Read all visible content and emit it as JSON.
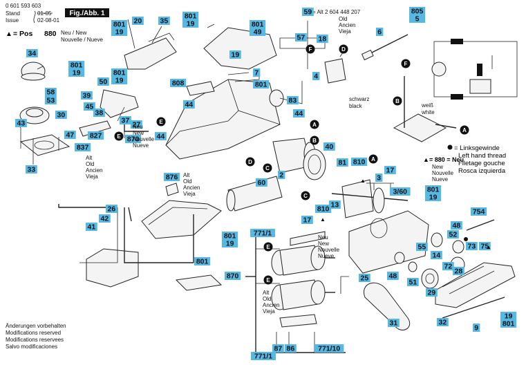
{
  "header": {
    "doc_number": "0 601 593 603",
    "stand_label": "Stand",
    "stand_value": "01-05",
    "issue_label": "Issue",
    "issue_value": "02-08-01",
    "fig_label": "Fig./Abb. 1"
  },
  "pos_legend": {
    "text": "= Pos",
    "number": "880",
    "desc": "Neu / New",
    "desc2": "Nouvelle / Nueve"
  },
  "top_note": {
    "pos": "59",
    "equals": "= Alt 2 604 448 207",
    "lines": [
      "Old",
      "Ancien",
      "Vieja"
    ]
  },
  "colors": {
    "label_bg": "#57b8e3",
    "ink": "#111111"
  },
  "labels": {
    "l801_19_a": "801\n19",
    "l20": "20",
    "l35": "35",
    "l801_19_b": "801\n19",
    "l801_49": "801\n49",
    "l34": "34",
    "l801_19_c": "801\n19",
    "l50": "50",
    "l801_19_d": "801\n19",
    "l39": "39",
    "l58": "58",
    "l53": "53",
    "l45": "45",
    "l38": "38",
    "l30": "30",
    "l43": "43",
    "l47": "47",
    "l827": "827",
    "l837": "837",
    "l33": "33",
    "l37": "37",
    "l27": "27",
    "l870_a": "870",
    "l44_a": "44",
    "l808": "808",
    "l801_a": "801",
    "l19_a": "19",
    "l7": "7",
    "l57": "57",
    "l18": "18",
    "l4": "4",
    "l6": "6",
    "l805_5": "805\n5",
    "l59": "59",
    "l83": "83",
    "l44_b": "44",
    "l44_c": "44",
    "l40": "40",
    "l2": "2",
    "l810_a": "810",
    "l81": "81",
    "l17_a": "17",
    "l3": "3",
    "l3_60": "3/60",
    "l801_19_e": "801\n19",
    "l876": "876",
    "l60": "60",
    "l810_b": "810",
    "l13": "13",
    "l17_b": "17",
    "l754": "754",
    "l26": "26",
    "l42": "42",
    "l41": "41",
    "l801_19_f": "801\n19",
    "l801_b": "801",
    "l771_1_a": "771/1",
    "l48_a": "48",
    "l52": "52",
    "l73": "73",
    "l75": "75",
    "l14": "14",
    "l55": "55",
    "l48_b": "48",
    "l72": "72",
    "l28": "28",
    "l870_b": "870",
    "l25": "25",
    "l51": "51",
    "l29": "29",
    "l32": "32",
    "l9": "9",
    "l19_801": "19\n801",
    "l31": "31",
    "l87": "87",
    "l86": "86",
    "l771_10": "771/10",
    "l771_1_b": "771/1"
  },
  "circle_markers": {
    "A": "A",
    "B": "B",
    "C": "C",
    "D": "D",
    "E": "E",
    "F": "F"
  },
  "notes": {
    "neu_new": [
      "Neu",
      "New",
      "Nouvelle",
      "Nueve"
    ],
    "alt_old": [
      "Alt",
      "Old",
      "Ancien",
      "Vieja"
    ],
    "neu_new_2": [
      "Neu",
      "New",
      "Nouvelle",
      "Nueve"
    ],
    "alt_old_2": [
      "Alt",
      "Old",
      "Ancien",
      "Vieja"
    ],
    "neu_new_3": [
      "Neu",
      "New",
      "Nouvelle",
      "Nueve"
    ],
    "alt_old_3": [
      "Alt",
      "Old",
      "Ancien",
      "Vieja"
    ],
    "schwarz": [
      "schwarz",
      "black"
    ],
    "weiss": [
      "weiß",
      "white"
    ],
    "pos880_neu": [
      "= 880 = Neu",
      "New",
      "Nouvelle",
      "Nueve"
    ],
    "left_hand": [
      "= Linksgewinde",
      "Left hand thread",
      "Filetage gouche",
      "Rosca izquierda"
    ],
    "footer": [
      "Änderungen vorbehalten",
      "Modifications reserved",
      "Modifications reservees",
      "Salvo modificaciones"
    ]
  }
}
